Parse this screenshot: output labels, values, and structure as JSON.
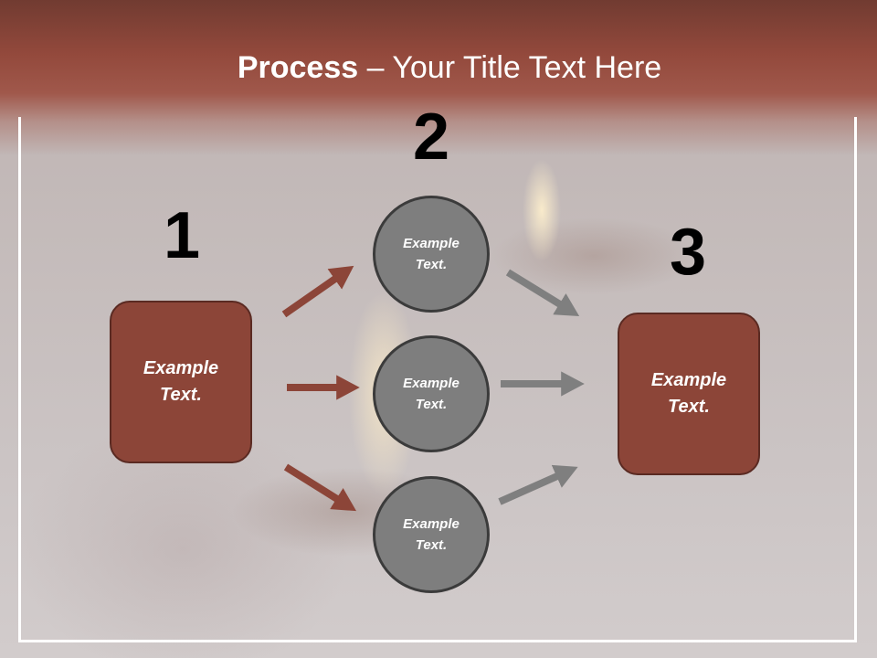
{
  "title": {
    "bold": "Process",
    "rest": " – Your Title Text Here"
  },
  "steps": [
    {
      "number": "1",
      "label": "Example\nText."
    },
    {
      "number": "2",
      "circles": [
        "Example\nText.",
        "Example\nText.",
        "Example\nText."
      ]
    },
    {
      "number": "3",
      "label": "Example\nText."
    }
  ],
  "colors": {
    "accent": "#8c4538",
    "arrow_left": "#8c4538",
    "arrow_right": "#7f7f7f",
    "circle": "#7e7e7e",
    "header": "#93493c"
  }
}
